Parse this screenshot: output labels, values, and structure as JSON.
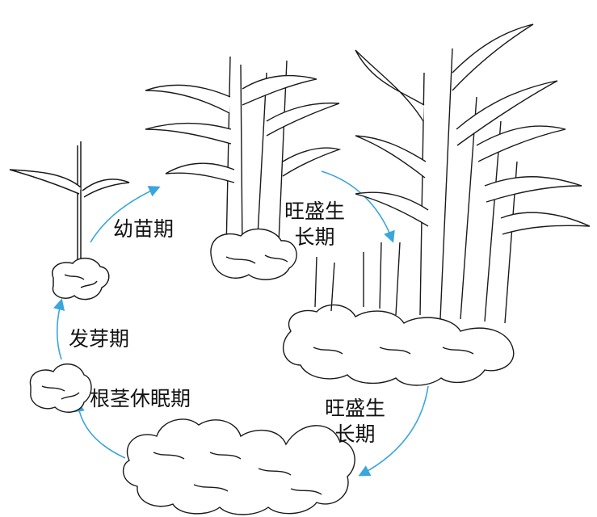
{
  "stages": {
    "seedling": "幼苗期",
    "vigorous_growth_1": {
      "line1": "旺盛生",
      "line2": "长期"
    },
    "vigorous_growth_2": {
      "line1": "旺盛生",
      "line2": "长期"
    },
    "sprouting": "发芽期",
    "rhizome_dormancy": "根茎休眠期"
  },
  "colors": {
    "arrow": "#3aa6dc",
    "ink": "#1a1a1a"
  },
  "icons": {
    "sprouting_plant": "ginger-sprout-illustration",
    "seedling_plant": "ginger-seedling-illustration",
    "mature_plant": "ginger-mature-plant-illustration",
    "dormant_rhizome": "ginger-rhizome-illustration",
    "seed_piece": "ginger-seed-piece-illustration",
    "arrow": "cycle-arrow-icon"
  }
}
